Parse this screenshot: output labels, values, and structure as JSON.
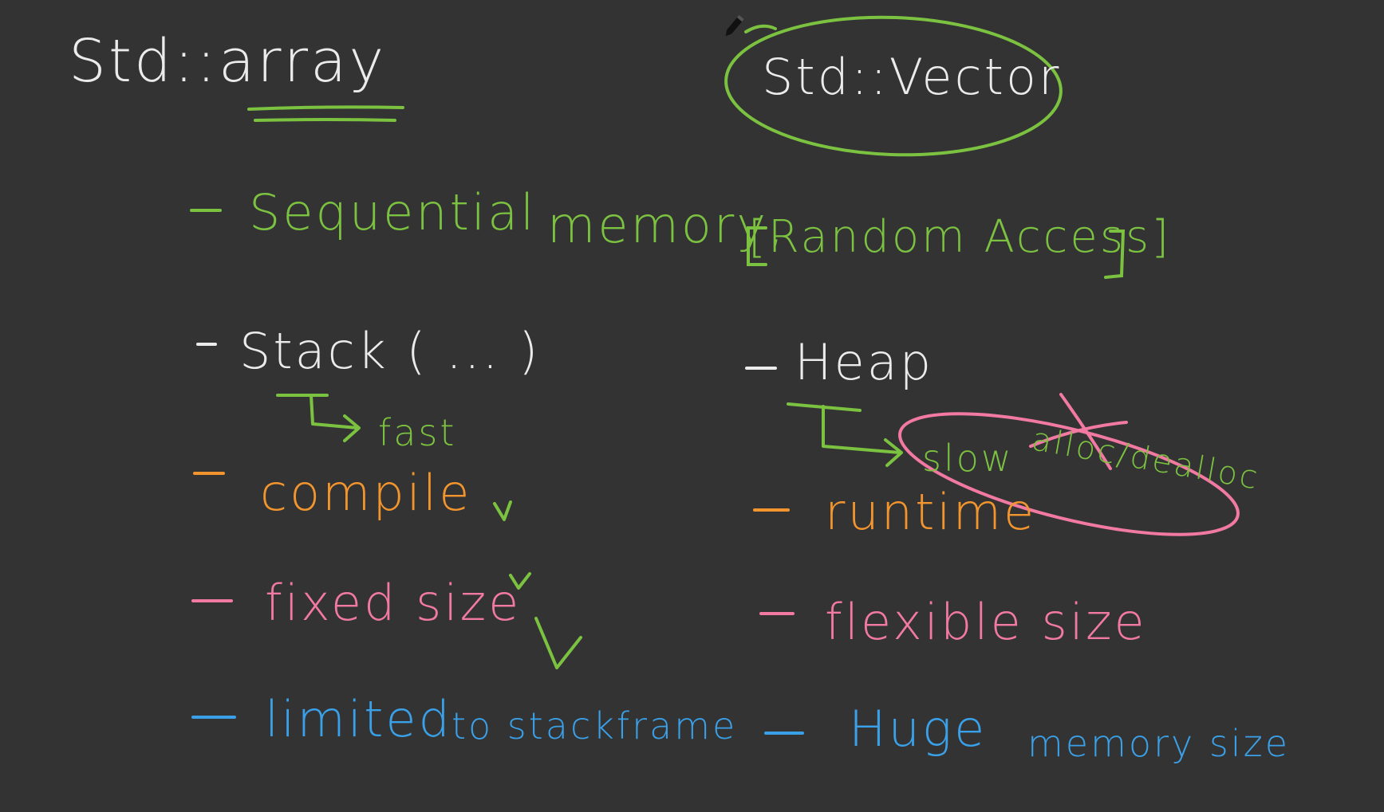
{
  "colors": {
    "background": "#333333",
    "white": "#ebebeb",
    "green": "#7cc241",
    "orange": "#f2952e",
    "pink": "#f27aa2",
    "blue": "#3aa0e8"
  },
  "headers": {
    "array": "Std::array",
    "vector": "Std::Vector"
  },
  "points": {
    "sequential": "Sequential",
    "memory": "memory,",
    "random_access": "[Random Access]",
    "stack": "Stack ( ... )",
    "fast": "fast",
    "heap": "Heap",
    "slow": "slow",
    "alloc_dealloc": "alloc/dealloc",
    "compile": "compile",
    "runtime": "runtime",
    "fixed_size": "fixed size",
    "flexible_size": "flexible size",
    "limited": "limited",
    "to_stackframe": "to stackframe",
    "huge": "Huge",
    "memory_size": "memory size"
  },
  "marks": {
    "check": "v"
  },
  "cursor_icon": "pencil-cursor-icon"
}
